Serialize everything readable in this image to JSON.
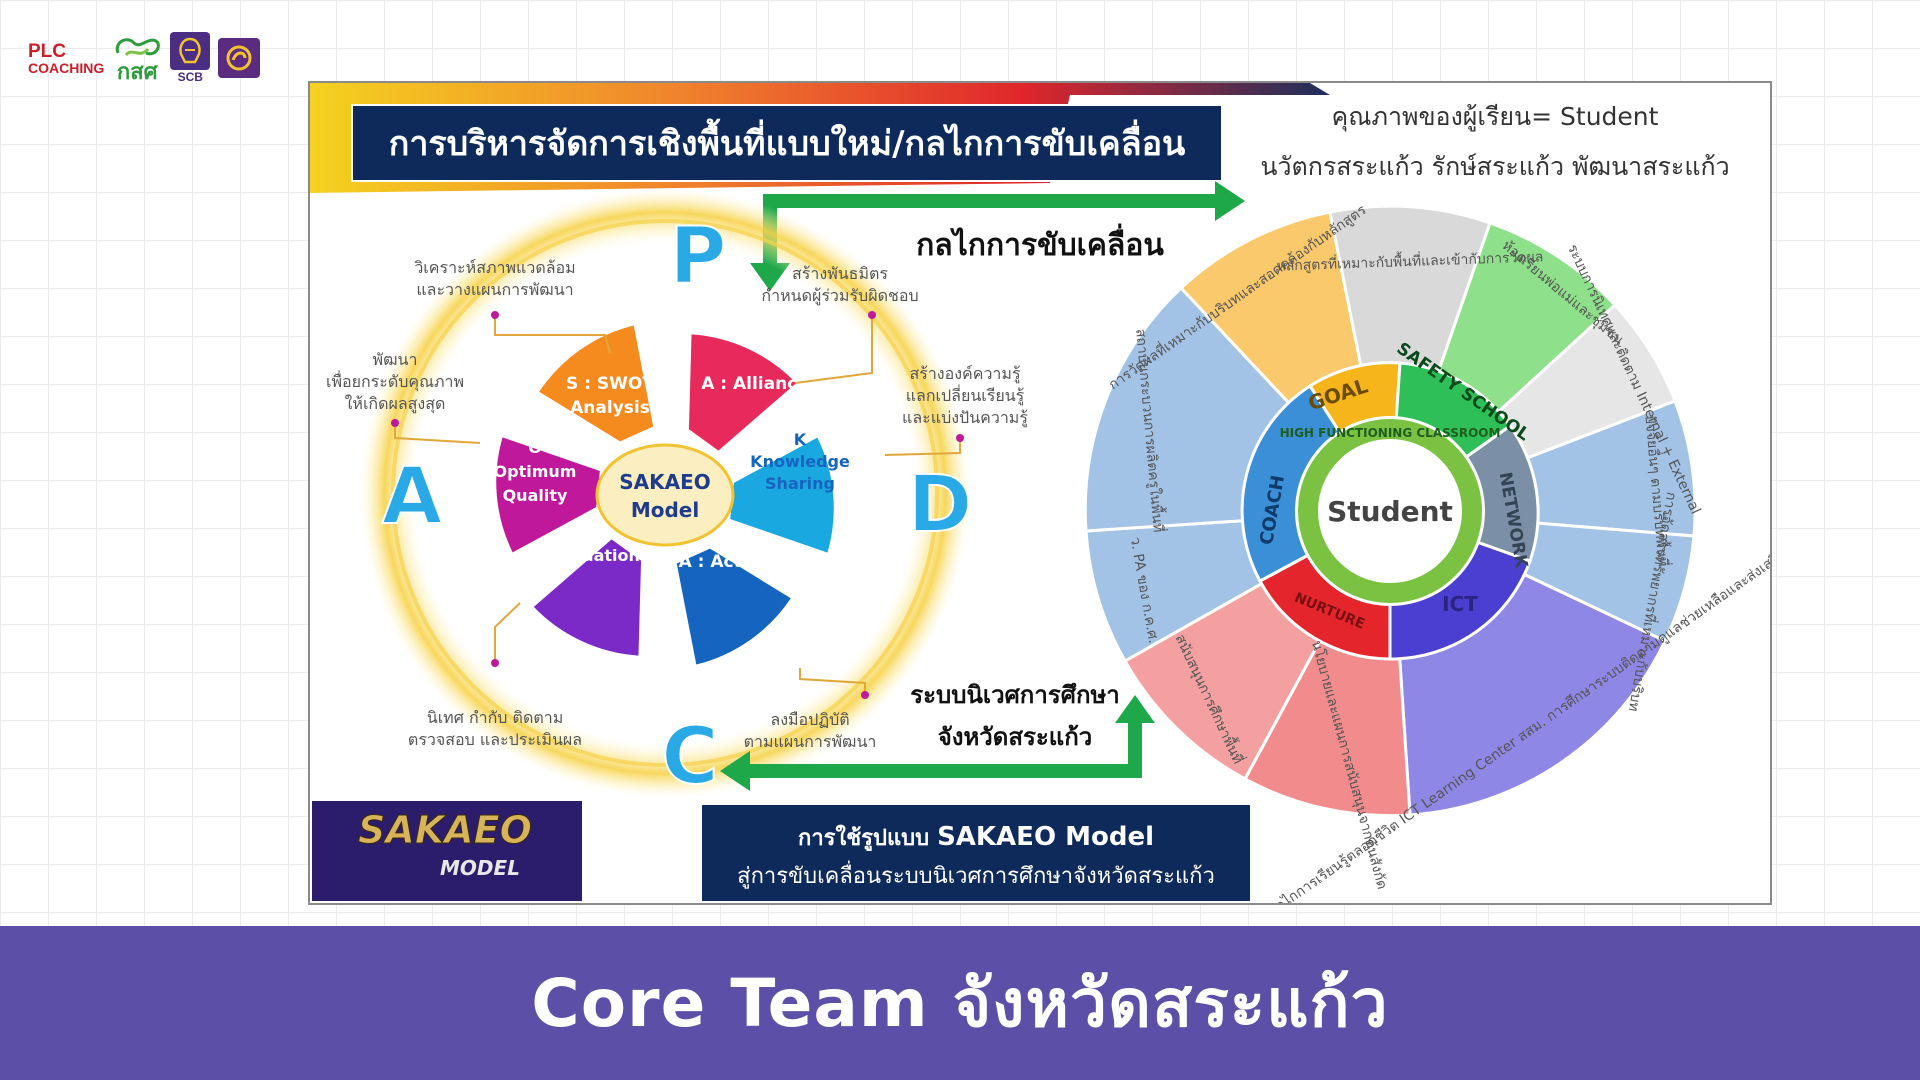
{
  "logos": {
    "plc_line1": "PLC",
    "plc_line2": "COACHING",
    "eef_text": "กสศ",
    "scb_text": "SCB"
  },
  "header_banner": "การบริหารจัดการเชิงพื้นที่แบบใหม่/กลไกการขับเคลื่อน",
  "quality": {
    "line1": "คุณภาพของผู้เรียน= Student",
    "line2": "นวัตกรสระแก้ว รักษ์สระแก้ว  พัฒนาสระแก้ว"
  },
  "mechanism_label": "กลไกการขับเคลื่อน",
  "supervision_label": {
    "line1": "ระบบนิเวศการศึกษา",
    "line2": "จังหวัดสระแก้ว"
  },
  "bottom_box": {
    "line1_prefix": "การใช้รูปแบบ",
    "line1_model": "SAKAEO  Model",
    "line2": "สู่การขับเคลื่อนระบบนิเวศการศึกษาจังหวัดสระแก้ว"
  },
  "sakaeo_logo": {
    "line1": "SAKAEO",
    "line2": "MODEL"
  },
  "pdca": {
    "letters": [
      "P",
      "D",
      "C",
      "A"
    ],
    "center_line1": "SAKAEO",
    "center_line2": "Model",
    "segments": [
      {
        "line1": "S : SWOT",
        "line2": "Analysis",
        "color": "#f58b1f"
      },
      {
        "line1": "A : Alliance",
        "line2": "",
        "color": "#e8295c"
      },
      {
        "line1": "K",
        "line2": "Knowledge",
        "line3": "Sharing",
        "color": "#19a8e0"
      },
      {
        "line1": "A : Action",
        "line2": "",
        "color": "#1565c0"
      },
      {
        "line1": "E : Evaluation",
        "line2": "",
        "color": "#7b2ac8"
      },
      {
        "line1": "O",
        "line2": "Optimum",
        "line3": "Quality",
        "color": "#c0189b"
      }
    ],
    "annotations": [
      {
        "line1": "วิเคราะห์สภาพแวดล้อม",
        "line2": "และวางแผนการพัฒนา"
      },
      {
        "line1": "สร้างพันธมิตร",
        "line2": "กำหนดผู้ร่วมรับผิดชอบ"
      },
      {
        "line1": "สร้างองค์ความรู้",
        "line2": "แลกเปลี่ยนเรียนรู้",
        "line3": "และแบ่งปันความรู้"
      },
      {
        "line1": "ลงมือปฏิบัติ",
        "line2": "ตามแผนการพัฒนา"
      },
      {
        "line1": "นิเทศ กำกับ ติดตาม",
        "line2": "ตรวจสอบ และประเมินผล"
      },
      {
        "line1": "พัฒนา",
        "line2": "เพื่อยกระดับคุณภาพ",
        "line3": "ให้เกิดผลสูงสุด"
      }
    ]
  },
  "wheel": {
    "center": "Student",
    "ring_text": "HIGH FUNCTIONING CLASSROOM",
    "inner": [
      {
        "label": "GOAL",
        "color": "#f5b51b"
      },
      {
        "label": "SAFETY SCHOOL",
        "color": "#2fbf58"
      },
      {
        "label": "NETWORK",
        "color": "#7b8fa6"
      },
      {
        "label": "ICT",
        "color": "#4a3fd0"
      },
      {
        "label": "NURTURE",
        "color": "#e4262c"
      },
      {
        "label": "COACH",
        "color": "#3a8fd6"
      }
    ],
    "outer": [
      {
        "text": "การวัดผลที่เหมาะกับบริบทและสอดคล้องกับหลักสูตร",
        "color": "#f9c96b"
      },
      {
        "text": "หลักสูตรที่เหมาะกับพื้นที่และเข้ากับการวัดผล",
        "color": "#d9d9d9"
      },
      {
        "text": "ห้องเรียนพ่อแม่และชุมชน",
        "color": "#8fe08a"
      },
      {
        "text": "ระบบการนิเทศและติดตาม Internal + External",
        "color": "#e6e6e6"
      },
      {
        "text": "ปัจจัยอื่นๆ ตามบริบทพื้นที่",
        "color": "#a3c3e6"
      },
      {
        "text": "การจัดสรรทรัพยากรที่เหมาะกับบริบท",
        "color": "#a3c3e6"
      },
      {
        "text": "กลไกการเรียนรู้ตลอดชีวิต ICT Learning Center สสม. การศึกษาระบบติดตามดูแลช่วยเหลือและส่งเสริม",
        "color": "#8f87e6"
      },
      {
        "text": "นโยบายและแผนการสนับสนุนจากต้นสังกัด",
        "color": "#f28b8b"
      },
      {
        "text": "สนับสนุนการศึกษาพื้นที่",
        "color": "#f5a0a0"
      },
      {
        "text": "ว. PA ของ ก.ค.ศ.",
        "color": "#a3c3e6"
      },
      {
        "text": "สถาบันกระบวนการผลิตครูในพื้นที่",
        "color": "#a3c3e6"
      }
    ]
  },
  "footer_title": "Core Team จังหวัดสระแก้ว"
}
